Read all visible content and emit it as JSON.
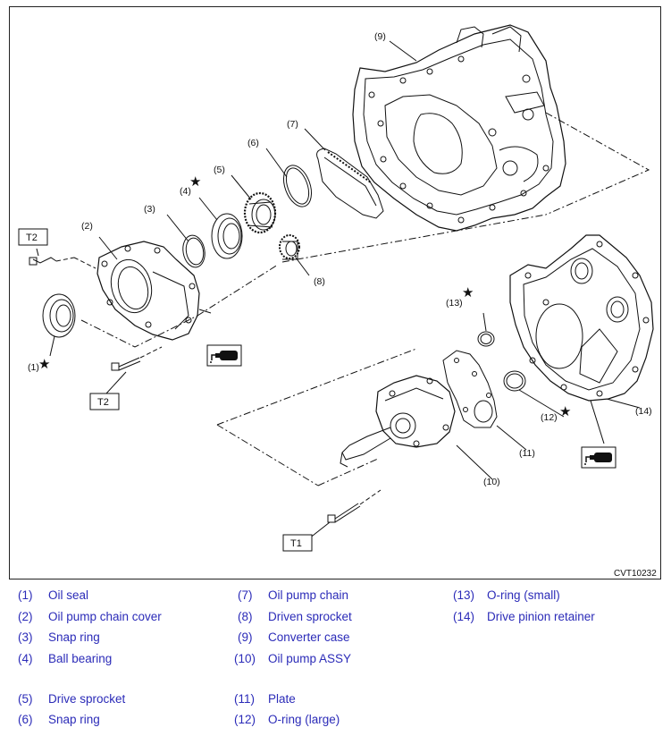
{
  "figure": {
    "code": "CVT10232",
    "callouts": [
      {
        "id": "c1",
        "text": "(1)"
      },
      {
        "id": "c2",
        "text": "(2)"
      },
      {
        "id": "c3",
        "text": "(3)"
      },
      {
        "id": "c4",
        "text": "(4)"
      },
      {
        "id": "c5",
        "text": "(5)"
      },
      {
        "id": "c6",
        "text": "(6)"
      },
      {
        "id": "c7",
        "text": "(7)"
      },
      {
        "id": "c8",
        "text": "(8)"
      },
      {
        "id": "c9",
        "text": "(9)"
      },
      {
        "id": "c10",
        "text": "(10)"
      },
      {
        "id": "c11",
        "text": "(11)"
      },
      {
        "id": "c12",
        "text": "(12)"
      },
      {
        "id": "c13",
        "text": "(13)"
      },
      {
        "id": "c14",
        "text": "(14)"
      }
    ],
    "torque_labels": {
      "t2_upper": "T2",
      "t2_lower": "T2",
      "t1": "T1"
    },
    "star_symbol": "★",
    "icons": [
      "sealant-icon",
      "sealant-icon"
    ]
  },
  "legend": {
    "color": "#2b2bb8",
    "items": [
      {
        "num": "(1)",
        "label": "Oil seal"
      },
      {
        "num": "(2)",
        "label": "Oil pump chain cover"
      },
      {
        "num": "(3)",
        "label": "Snap ring"
      },
      {
        "num": "(4)",
        "label": "Ball bearing"
      },
      {
        "num": "(5)",
        "label": "Drive sprocket"
      },
      {
        "num": "(6)",
        "label": "Snap ring"
      },
      {
        "num": "(7)",
        "label": "Oil pump chain"
      },
      {
        "num": "(8)",
        "label": "Driven sprocket"
      },
      {
        "num": "(9)",
        "label": "Converter case"
      },
      {
        "num": "(10)",
        "label": "Oil pump ASSY"
      },
      {
        "num": "(11)",
        "label": "Plate"
      },
      {
        "num": "(12)",
        "label": "O-ring (large)"
      },
      {
        "num": "(13)",
        "label": "O-ring (small)"
      },
      {
        "num": "(14)",
        "label": "Drive pinion retainer"
      }
    ]
  }
}
